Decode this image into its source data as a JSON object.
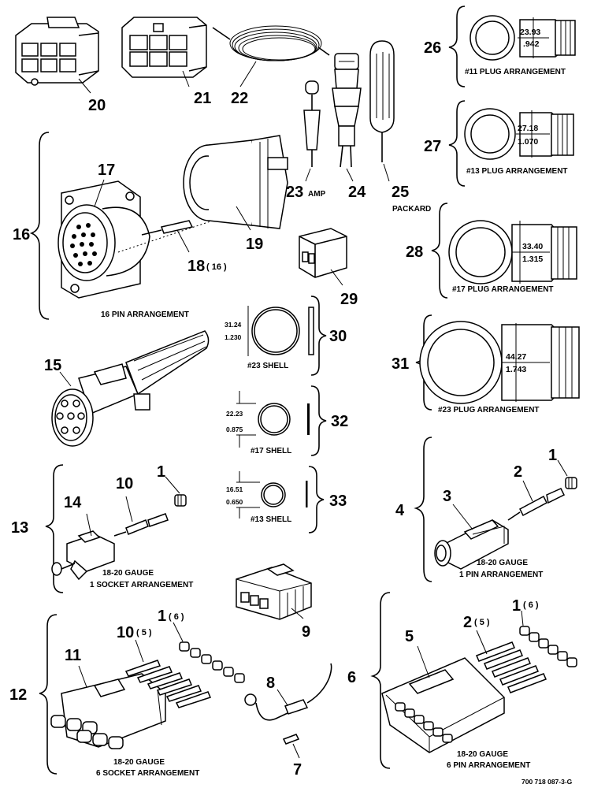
{
  "callouts": {
    "n1a": "1",
    "n1b": "1",
    "n1c": "1",
    "n1d": "1",
    "n2a": "2",
    "n2b": "2",
    "n3": "3",
    "n4": "4",
    "n5": "5",
    "n6": "6",
    "n7": "7",
    "n8": "8",
    "n9": "9",
    "n10a": "10",
    "n10b": "10",
    "n11": "11",
    "n12": "12",
    "n13": "13",
    "n14": "14",
    "n15": "15",
    "n16": "16",
    "n17": "17",
    "n18": "18",
    "n19": "19",
    "n20": "20",
    "n21": "21",
    "n22": "22",
    "n23": "23",
    "n24": "24",
    "n25": "25",
    "n26": "26",
    "n27": "27",
    "n28": "28",
    "n29": "29",
    "n30": "30",
    "n31": "31",
    "n32": "32",
    "n33": "33"
  },
  "quantities": {
    "q18": "( 16 )",
    "q1c": "( 6 )",
    "q2b": "( 5 )",
    "q1d": "( 6 )",
    "q10b": "( 5 )"
  },
  "labels": {
    "amp": "AMP",
    "packard": "PACKARD",
    "pin16": "16 PIN ARRANGEMENT",
    "plug11": "#11 PLUG ARRANGEMENT",
    "plug13": "#13 PLUG ARRANGEMENT",
    "plug17": "#17 PLUG ARRANGEMENT",
    "plug23": "#23 PLUG ARRANGEMENT",
    "shell23": "#23  SHELL",
    "shell17": "#17  SHELL",
    "shell13": "#13  SHELL",
    "gauge": "18-20 GAUGE",
    "socket1": "1 SOCKET ARRANGEMENT",
    "pin1": "1 PIN ARRANGEMENT",
    "socket6": "6 SOCKET ARRANGEMENT",
    "pin6": "6 PIN ARRANGEMENT",
    "drawing_no": "700 718 087-3-G"
  },
  "dimensions": {
    "p26_mm": "23.93",
    "p26_in": ".942",
    "p27_mm": "27.18",
    "p27_in": "1.070",
    "p28_mm": "33.40",
    "p28_in": "1.315",
    "p31_mm": "44.27",
    "p31_in": "1.743",
    "s30_mm": "31.24",
    "s30_in": "1.230",
    "s32_mm": "22.23",
    "s32_in": "0.875",
    "s33_mm": "16.51",
    "s33_in": "0.650"
  }
}
